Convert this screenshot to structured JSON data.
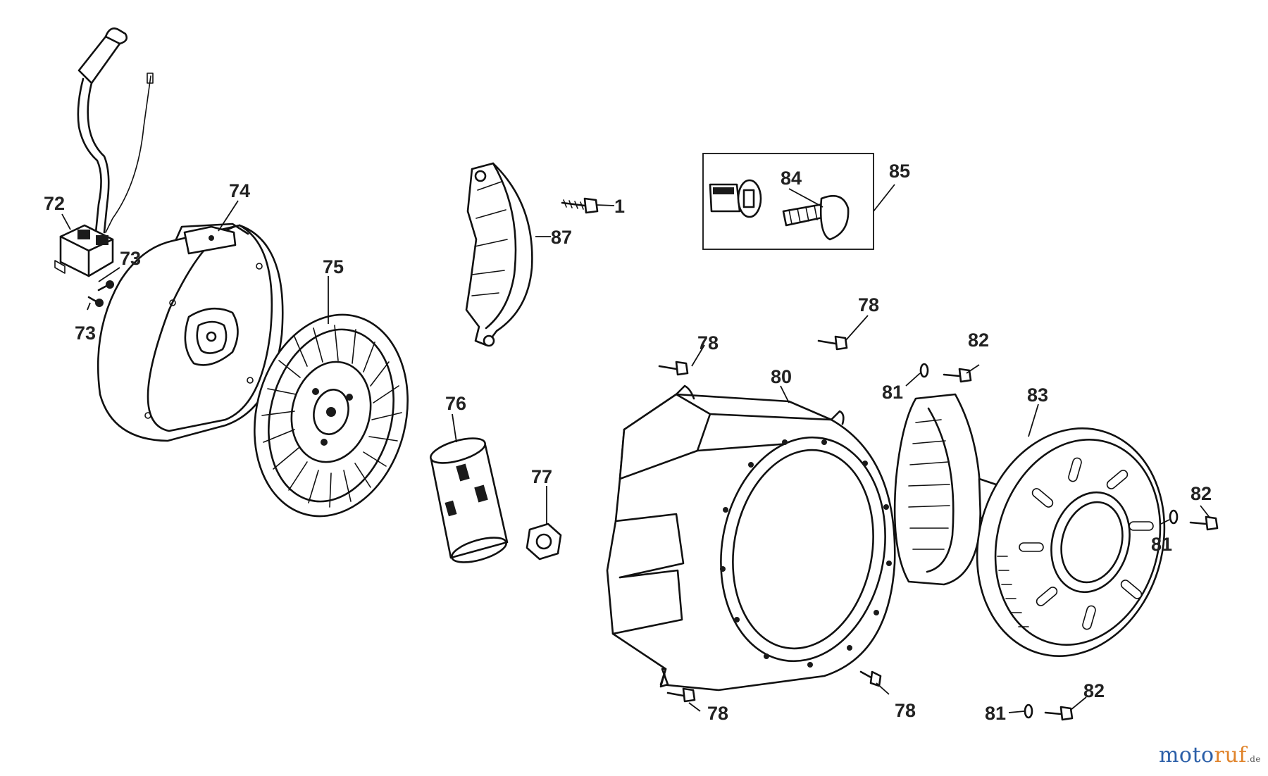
{
  "colors": {
    "line": "#111111",
    "label": "#222222",
    "brand_blue": "#2b5fa8",
    "brand_orange": "#e0832a"
  },
  "labels": {
    "p1": "1",
    "p72": "72",
    "p73a": "73",
    "p73b": "73",
    "p74": "74",
    "p75": "75",
    "p76": "76",
    "p77": "77",
    "p78a": "78",
    "p78b": "78",
    "p78c": "78",
    "p78d": "78",
    "p80": "80",
    "p81a": "81",
    "p81b": "81",
    "p81c": "81",
    "p82a": "82",
    "p82b": "82",
    "p82c": "82",
    "p83": "83",
    "p84": "84",
    "p85": "85",
    "p87": "87"
  },
  "watermark": {
    "part1": "moto",
    "part2": "ruf",
    "part3": ".de"
  }
}
